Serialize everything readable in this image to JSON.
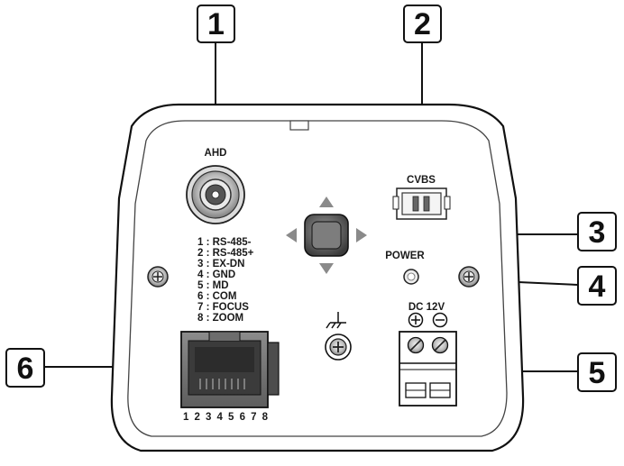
{
  "callouts": [
    "1",
    "2",
    "3",
    "4",
    "5",
    "6"
  ],
  "labels": {
    "ahd": "AHD",
    "cvbs": "CVBS",
    "power": "POWER",
    "dc": "DC 12V"
  },
  "pin_legend": [
    "1 : RS-485-",
    "2 : RS-485+",
    "3 : EX-DN",
    "4 : GND",
    "5 : MD",
    "6 : COM",
    "7 : FOCUS",
    "8 : ZOOM"
  ],
  "pin_numbers": "1 2 3 4 5 6 7 8",
  "polarity": {
    "plus": "+",
    "minus": "−"
  },
  "ground_symbol": "ground-icon"
}
